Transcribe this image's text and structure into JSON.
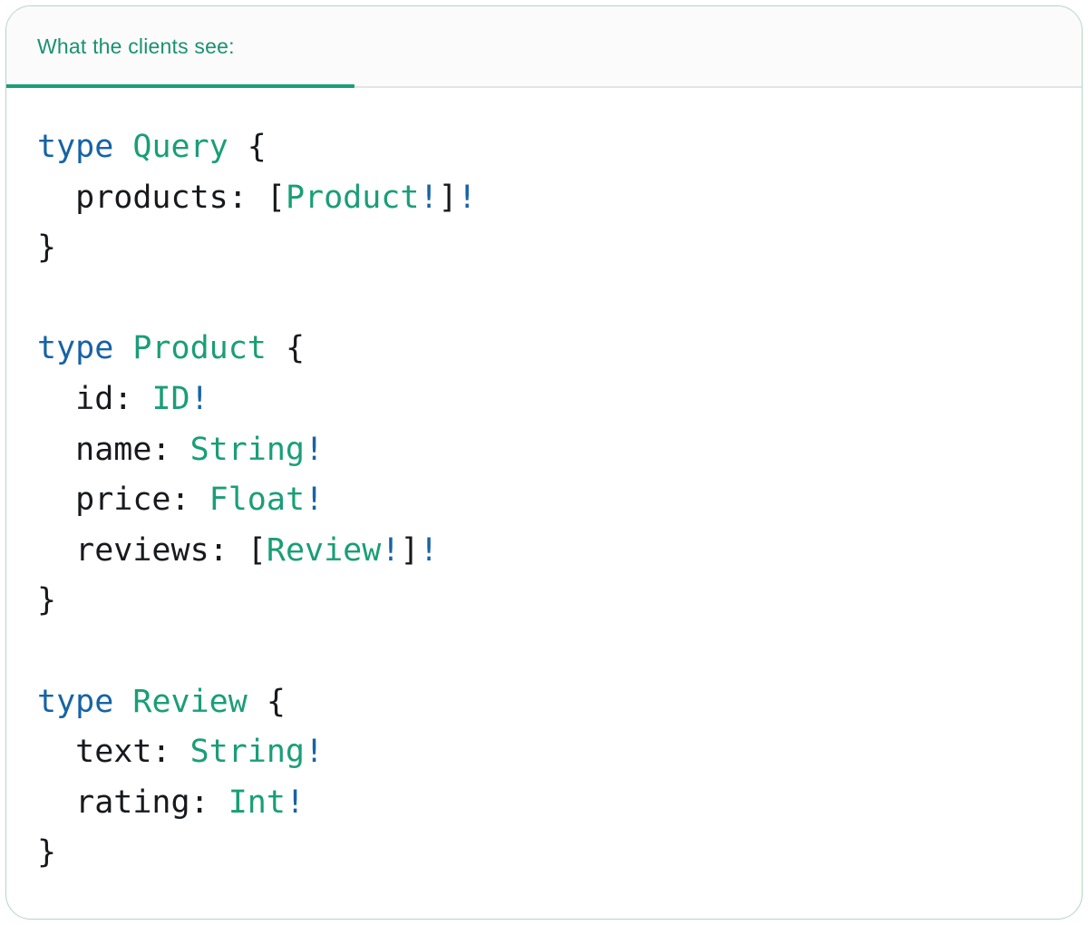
{
  "tab": {
    "label": "What the clients see:"
  },
  "colors": {
    "accent_green": "#1a9e77",
    "tab_text": "#1b9171",
    "keyword_blue": "#1663a5",
    "plain_text": "#17191d",
    "header_bg": "#fbfbfb",
    "divider_gray": "#e4e4e4",
    "card_border": "#b3d6c2"
  },
  "code": {
    "language": "graphql-schema",
    "lines": [
      {
        "tokens": [
          {
            "text": "type",
            "style": "keyword"
          },
          {
            "text": " ",
            "style": "plain"
          },
          {
            "text": "Query",
            "style": "typename"
          },
          {
            "text": " {",
            "style": "plain"
          }
        ]
      },
      {
        "tokens": [
          {
            "text": "  products: [",
            "style": "plain"
          },
          {
            "text": "Product",
            "style": "typename"
          },
          {
            "text": "!",
            "style": "bang"
          },
          {
            "text": "]",
            "style": "plain"
          },
          {
            "text": "!",
            "style": "bang"
          }
        ]
      },
      {
        "tokens": [
          {
            "text": "}",
            "style": "plain"
          }
        ]
      },
      {
        "tokens": []
      },
      {
        "tokens": [
          {
            "text": "type",
            "style": "keyword"
          },
          {
            "text": " ",
            "style": "plain"
          },
          {
            "text": "Product",
            "style": "typename"
          },
          {
            "text": " {",
            "style": "plain"
          }
        ]
      },
      {
        "tokens": [
          {
            "text": "  id: ",
            "style": "plain"
          },
          {
            "text": "ID",
            "style": "typename"
          },
          {
            "text": "!",
            "style": "bang"
          }
        ]
      },
      {
        "tokens": [
          {
            "text": "  name: ",
            "style": "plain"
          },
          {
            "text": "String",
            "style": "typename"
          },
          {
            "text": "!",
            "style": "bang"
          }
        ]
      },
      {
        "tokens": [
          {
            "text": "  price: ",
            "style": "plain"
          },
          {
            "text": "Float",
            "style": "typename"
          },
          {
            "text": "!",
            "style": "bang"
          }
        ]
      },
      {
        "tokens": [
          {
            "text": "  reviews: [",
            "style": "plain"
          },
          {
            "text": "Review",
            "style": "typename"
          },
          {
            "text": "!",
            "style": "bang"
          },
          {
            "text": "]",
            "style": "plain"
          },
          {
            "text": "!",
            "style": "bang"
          }
        ]
      },
      {
        "tokens": [
          {
            "text": "}",
            "style": "plain"
          }
        ]
      },
      {
        "tokens": []
      },
      {
        "tokens": [
          {
            "text": "type",
            "style": "keyword"
          },
          {
            "text": " ",
            "style": "plain"
          },
          {
            "text": "Review",
            "style": "typename"
          },
          {
            "text": " {",
            "style": "plain"
          }
        ]
      },
      {
        "tokens": [
          {
            "text": "  text: ",
            "style": "plain"
          },
          {
            "text": "String",
            "style": "typename"
          },
          {
            "text": "!",
            "style": "bang"
          }
        ]
      },
      {
        "tokens": [
          {
            "text": "  rating: ",
            "style": "plain"
          },
          {
            "text": "Int",
            "style": "typename"
          },
          {
            "text": "!",
            "style": "bang"
          }
        ]
      },
      {
        "tokens": [
          {
            "text": "}",
            "style": "plain"
          }
        ]
      }
    ]
  }
}
